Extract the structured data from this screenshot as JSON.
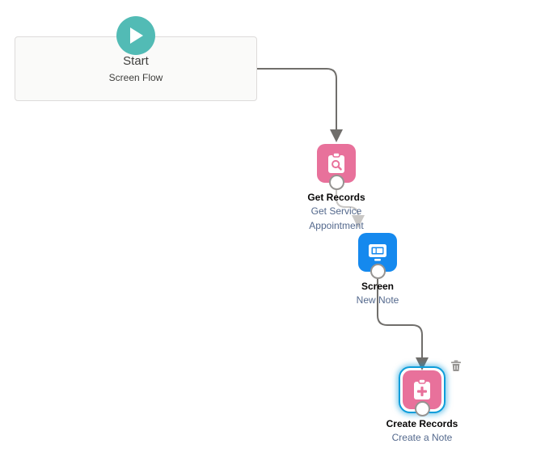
{
  "canvas": {
    "background": "#ffffff",
    "accent_selected": "#0d9dda",
    "record_color": "#e8719b",
    "screen_color": "#1589ee",
    "start_color": "#52bbb5",
    "connector_color": "#706e6b",
    "connector_color_light": "#c9c7c5"
  },
  "start": {
    "icon": "play-icon",
    "title": "Start",
    "subtitle": "Screen Flow"
  },
  "nodes": [
    {
      "id": "get-records",
      "icon": "clipboard-search-icon",
      "type": "record",
      "name": "Get Records",
      "sub": "Get Service\nAppointment",
      "selected": false,
      "has_delete": false
    },
    {
      "id": "screen",
      "icon": "monitor-icon",
      "type": "screen",
      "name": "Screen",
      "sub": "New Note",
      "selected": false,
      "has_delete": false
    },
    {
      "id": "create-records",
      "icon": "clipboard-plus-icon",
      "type": "record",
      "name": "Create Records",
      "sub": "Create a Note",
      "selected": true,
      "has_delete": true,
      "delete_icon": "trash-icon"
    }
  ]
}
